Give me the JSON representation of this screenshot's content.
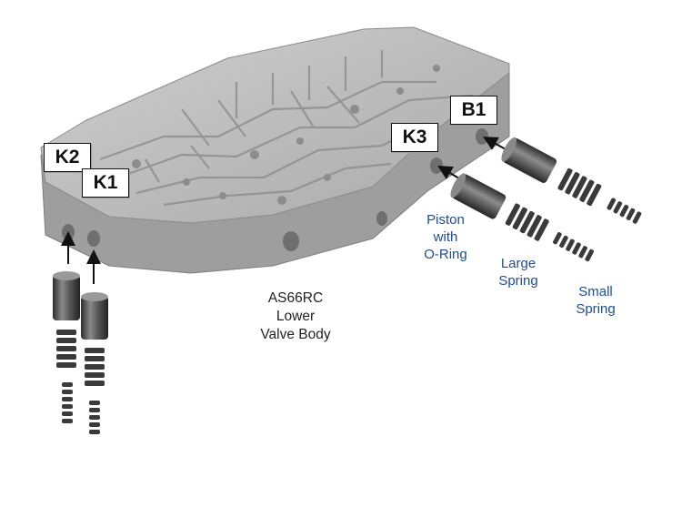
{
  "callouts": {
    "k2": "K2",
    "k1": "K1",
    "k3": "K3",
    "b1": "B1"
  },
  "labels": {
    "piston": [
      "Piston",
      "with",
      "O-Ring"
    ],
    "large_spring": [
      "Large",
      "Spring"
    ],
    "small_spring": [
      "Small",
      "Spring"
    ],
    "valve_body": [
      "AS66RC",
      "Lower",
      "Valve Body"
    ]
  },
  "colors": {
    "label_blue": "#1f4e8c",
    "body_gray": "#b9b9b9",
    "part_dark": "#4a4a4a"
  }
}
